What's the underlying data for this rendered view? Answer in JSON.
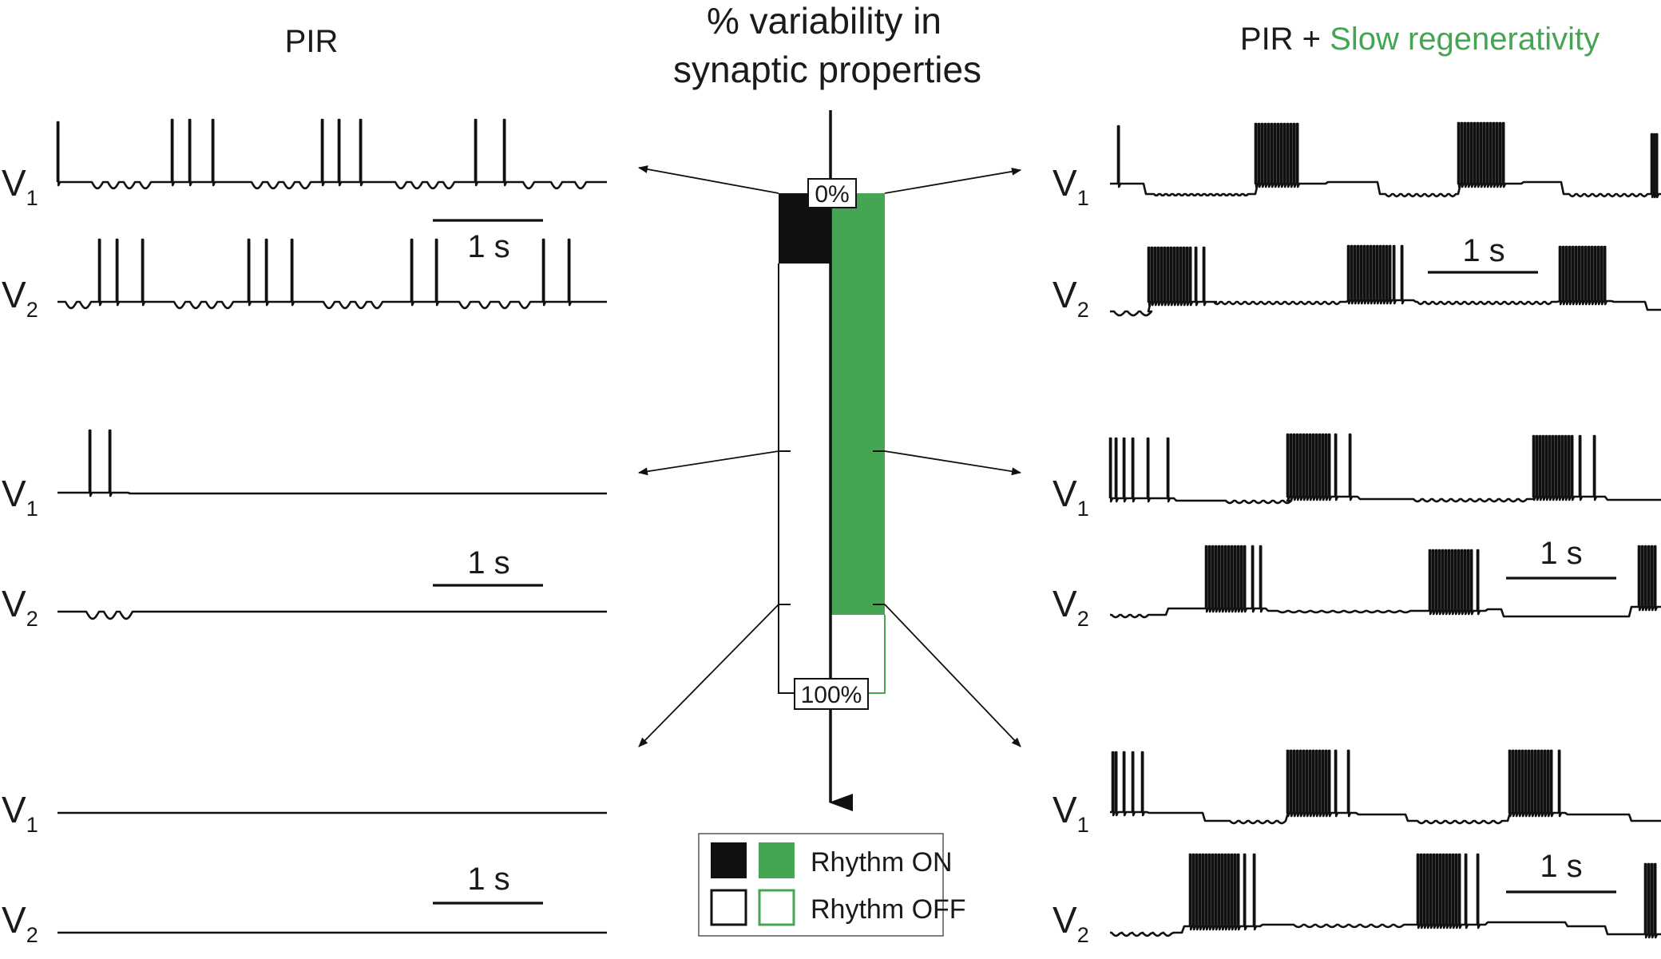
{
  "titles": {
    "left": "PIR",
    "center_line1": "% variability in",
    "center_line2": "synaptic properties",
    "right_prefix": "PIR + ",
    "right_highlight": "Slow regenerativity"
  },
  "colors": {
    "green": "#44a553",
    "black": "#111111"
  },
  "labels": {
    "v": "V",
    "sub1": "1",
    "sub2": "2",
    "scale": "1 s"
  },
  "axis": {
    "top": "0%",
    "bottom": "100%"
  },
  "legend": {
    "on": "Rhythm ON",
    "off": "Rhythm OFF"
  },
  "rhythm_on_fraction": {
    "pir": 0.14,
    "pir_slow_regenerativity": 0.84
  }
}
